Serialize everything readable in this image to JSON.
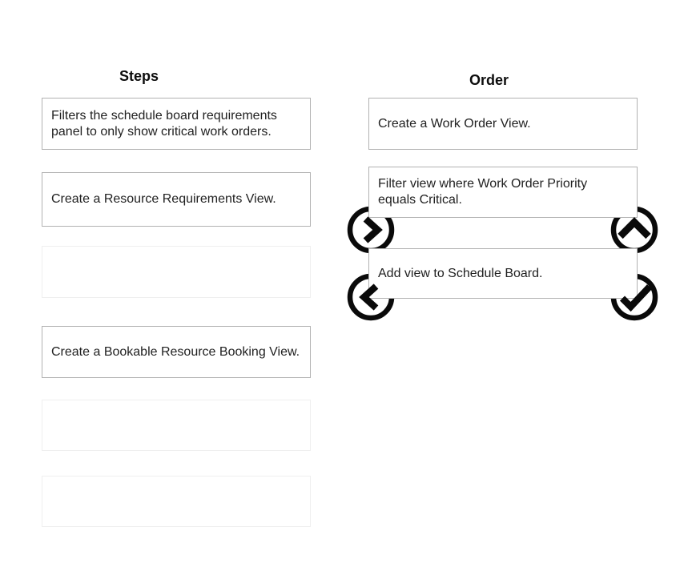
{
  "question": {
    "left_column": {
      "title": "Steps",
      "items": [
        {
          "label": "Filters the schedule board requirements panel to only show critical work orders."
        },
        {
          "label": "Create a Resource Requirements View."
        },
        {
          "label": "Create a Bookable Resource Booking View."
        }
      ],
      "empty_slot_count": 3
    },
    "right_column": {
      "title": "Order",
      "items": [
        {
          "label": "Create a Work Order View."
        },
        {
          "label": "Filter view where Work Order Priority equals Critical."
        },
        {
          "label": "Add view to Schedule Board."
        }
      ]
    }
  },
  "controls": [
    {
      "name": "move-right",
      "icon": "chevron-right-icon"
    },
    {
      "name": "move-up",
      "icon": "chevron-up-icon"
    },
    {
      "name": "move-left",
      "icon": "chevron-left-icon"
    },
    {
      "name": "confirm",
      "icon": "checkmark-icon"
    }
  ],
  "colors": {
    "background": "#ffffff",
    "card_border": "#b2b2b2",
    "ghost_border": "#efefef",
    "text": "#212121",
    "heading": "#0d0d0d",
    "icon": "#0a0a0a"
  }
}
